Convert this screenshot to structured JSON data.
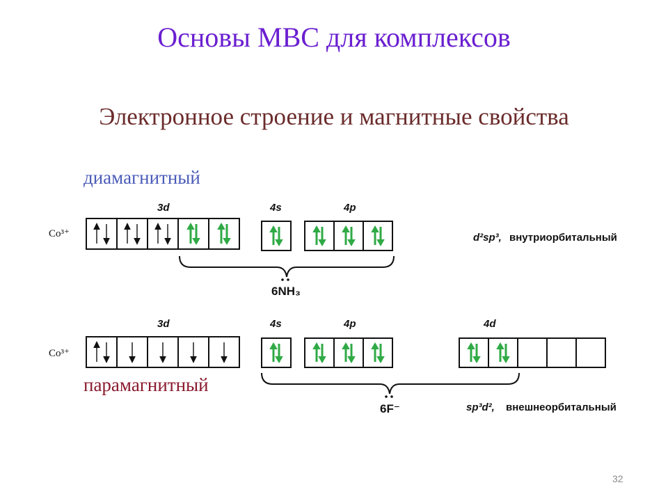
{
  "slide": {
    "title": "Основы МВС для комплексов",
    "subtitle": "Электронное строение и магнитные свойства",
    "label_diamagnetic": "диамагнитный",
    "label_paramagnetic": "парамагнитный",
    "page_number": "32"
  },
  "colors": {
    "title": "#6a1fd0",
    "subtitle": "#6b2b2b",
    "diamagnetic": "#4a5bb8",
    "paramagnetic": "#8a1a2e",
    "ligand_pair": "#2faa45",
    "electron": "#111111"
  },
  "diagram1": {
    "ion": "Co³⁺",
    "sub_3d": "3d",
    "sub_4s": "4s",
    "sub_4p": "4p",
    "orbitals_3d": [
      "pair",
      "pair",
      "pair",
      "ligand",
      "ligand"
    ],
    "orbitals_4s": [
      "ligand"
    ],
    "orbitals_4p": [
      "ligand",
      "ligand",
      "ligand"
    ],
    "ligand": "6NH₃",
    "hybrid": "d²sp³,",
    "type": "внутриорбитальный"
  },
  "diagram2": {
    "ion": "Co³⁺",
    "sub_3d": "3d",
    "sub_4s": "4s",
    "sub_4p": "4p",
    "sub_4d": "4d",
    "orbitals_3d": [
      "pair",
      "down",
      "down",
      "down",
      "down"
    ],
    "orbitals_4s": [
      "ligand"
    ],
    "orbitals_4p": [
      "ligand",
      "ligand",
      "ligand"
    ],
    "orbitals_4d": [
      "ligand",
      "ligand",
      "empty",
      "empty",
      "empty"
    ],
    "ligand": "6F⁻",
    "hybrid": "sp³d²,",
    "type": "внешнеорбитальный"
  }
}
